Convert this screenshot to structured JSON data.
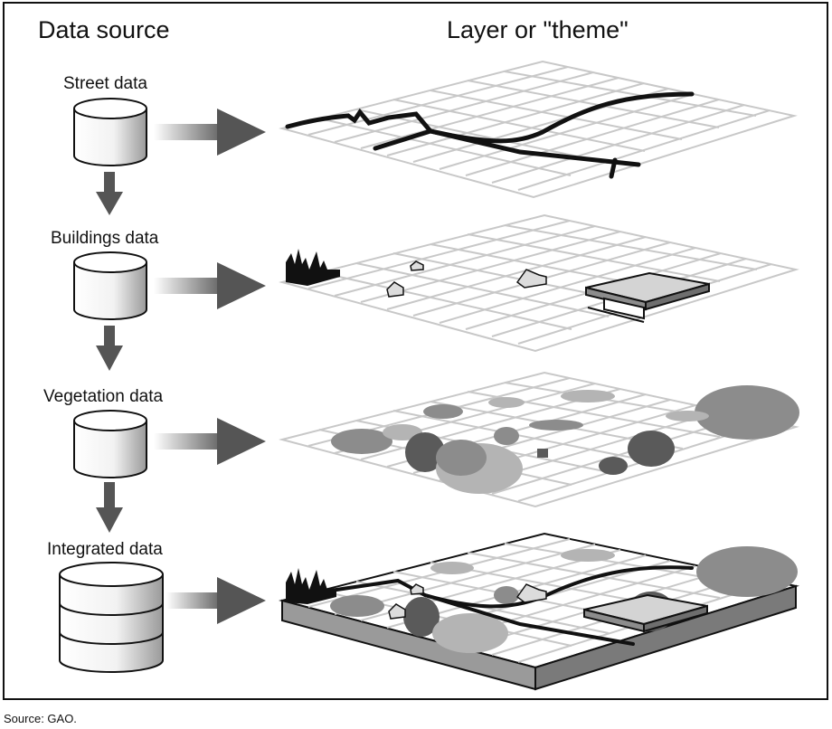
{
  "headings": {
    "left": "Data source",
    "right": "Layer or \"theme\""
  },
  "rows": [
    {
      "label": "Street data",
      "icon": "single-cylinder-icon",
      "layer": "street-layer"
    },
    {
      "label": "Buildings data",
      "icon": "single-cylinder-icon",
      "layer": "buildings-layer"
    },
    {
      "label": "Vegetation data",
      "icon": "single-cylinder-icon",
      "layer": "vegetation-layer"
    },
    {
      "label": "Integrated data",
      "icon": "stacked-cylinder-icon",
      "layer": "integrated-layer"
    }
  ],
  "source": "Source: GAO.",
  "colors": {
    "grid": "#c8c8c8",
    "arrow": "#555555",
    "vegetation_light": "#b4b4b4",
    "vegetation_mid": "#8c8c8c",
    "vegetation_dark": "#5a5a5a",
    "ink": "#111111"
  }
}
